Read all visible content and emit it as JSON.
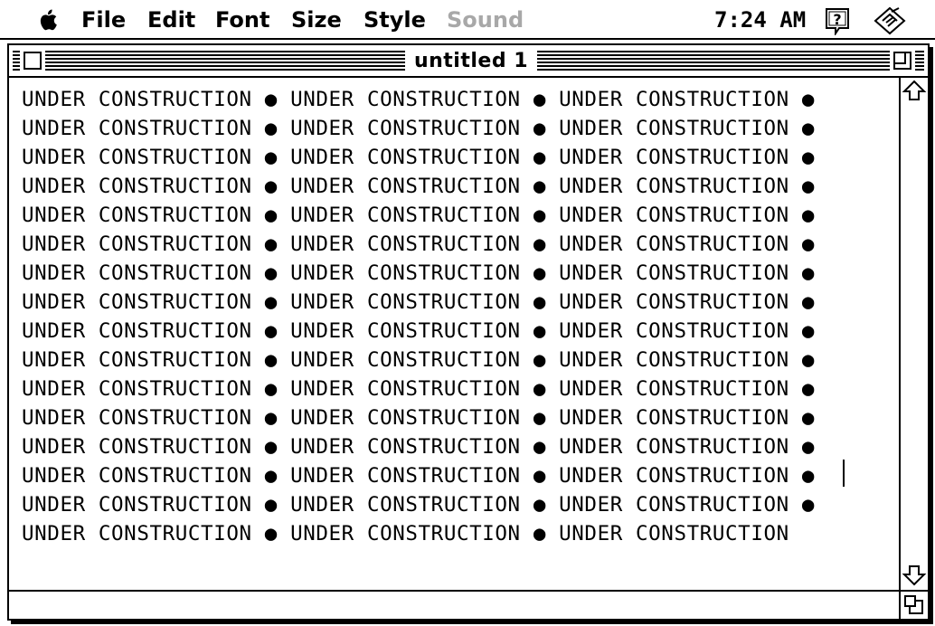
{
  "menubar": {
    "apple_icon": "apple-icon",
    "items": [
      {
        "label": "File",
        "enabled": true
      },
      {
        "label": "Edit",
        "enabled": true
      },
      {
        "label": "Font",
        "enabled": true
      },
      {
        "label": "Size",
        "enabled": true
      },
      {
        "label": "Style",
        "enabled": true
      },
      {
        "label": "Sound",
        "enabled": false
      }
    ],
    "clock": "7:24 AM",
    "help_icon": "balloon-help-icon",
    "app_icon": "application-menu-icon"
  },
  "window": {
    "title": "untitled 1",
    "text_lines": [
      "UNDER CONSTRUCTION ● UNDER CONSTRUCTION ● UNDER CONSTRUCTION ●",
      "UNDER CONSTRUCTION ● UNDER CONSTRUCTION ● UNDER CONSTRUCTION ●",
      "UNDER CONSTRUCTION ● UNDER CONSTRUCTION ● UNDER CONSTRUCTION ●",
      "UNDER CONSTRUCTION ● UNDER CONSTRUCTION ● UNDER CONSTRUCTION ●",
      "UNDER CONSTRUCTION ● UNDER CONSTRUCTION ● UNDER CONSTRUCTION ●",
      "UNDER CONSTRUCTION ● UNDER CONSTRUCTION ● UNDER CONSTRUCTION ●",
      "UNDER CONSTRUCTION ● UNDER CONSTRUCTION ● UNDER CONSTRUCTION ●",
      "UNDER CONSTRUCTION ● UNDER CONSTRUCTION ● UNDER CONSTRUCTION ●",
      "UNDER CONSTRUCTION ● UNDER CONSTRUCTION ● UNDER CONSTRUCTION ●",
      "UNDER CONSTRUCTION ● UNDER CONSTRUCTION ● UNDER CONSTRUCTION ●",
      "UNDER CONSTRUCTION ● UNDER CONSTRUCTION ● UNDER CONSTRUCTION ●",
      "UNDER CONSTRUCTION ● UNDER CONSTRUCTION ● UNDER CONSTRUCTION ●",
      "UNDER CONSTRUCTION ● UNDER CONSTRUCTION ● UNDER CONSTRUCTION ●",
      "UNDER CONSTRUCTION ● UNDER CONSTRUCTION ● UNDER CONSTRUCTION ●",
      "UNDER CONSTRUCTION ● UNDER CONSTRUCTION ● UNDER CONSTRUCTION ●",
      "UNDER CONSTRUCTION ● UNDER CONSTRUCTION ● UNDER CONSTRUCTION"
    ],
    "close_icon": "close-box-icon",
    "zoom_icon": "zoom-box-icon",
    "scroll_up_icon": "scroll-up-arrow-icon",
    "scroll_down_icon": "scroll-down-arrow-icon",
    "grow_icon": "grow-box-icon"
  }
}
